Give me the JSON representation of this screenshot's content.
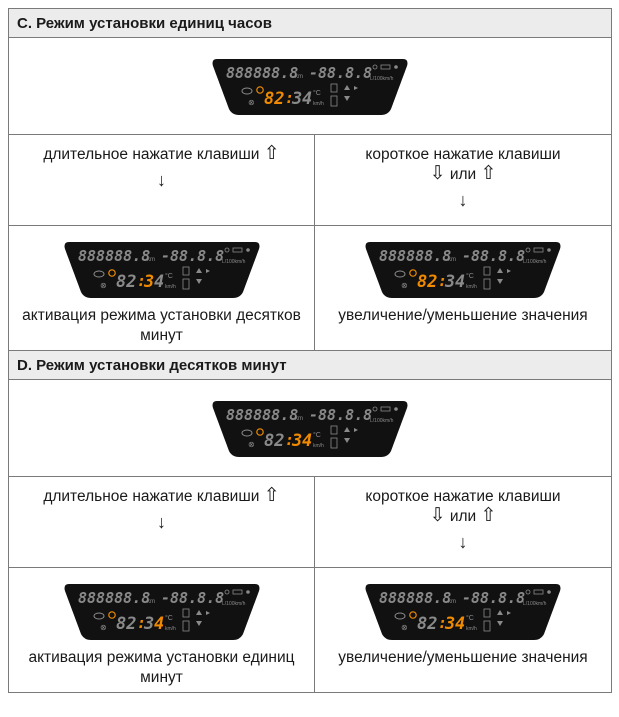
{
  "section_c": {
    "title": "C. Режим установки единиц часов",
    "left_action": "длительное нажатие клавиши",
    "right_action_line1": "короткое нажатие клавиши",
    "right_action_or": "или",
    "left_result": "активация режима установки десятков минут",
    "right_result": "увеличение/уменьшение значения"
  },
  "section_d": {
    "title": "D. Режим установки десятков минут",
    "left_action": "длительное нажатие клавиши",
    "right_action_line1": "короткое нажатие клавиши",
    "right_action_or": "или",
    "left_result": "активация режима установки единиц минут",
    "right_result": "увеличение/уменьшение значения"
  },
  "lcd": {
    "odometer": "888888.8",
    "odometer_unit": "km",
    "consumption": "-88.8.8",
    "consumption_unit": "L/100km/h",
    "clock_hours": "82",
    "clock_minutes": "34",
    "temp_unit": "°C",
    "speed_unit": "km/h"
  },
  "colors": {
    "lcd_background": "#111111",
    "segment_gray": "#8a8a8a",
    "highlight_orange": "#f08a00"
  },
  "icons": [
    "arrow-up-outline-icon",
    "arrow-down-outline-icon",
    "arrow-down-thin-icon"
  ]
}
